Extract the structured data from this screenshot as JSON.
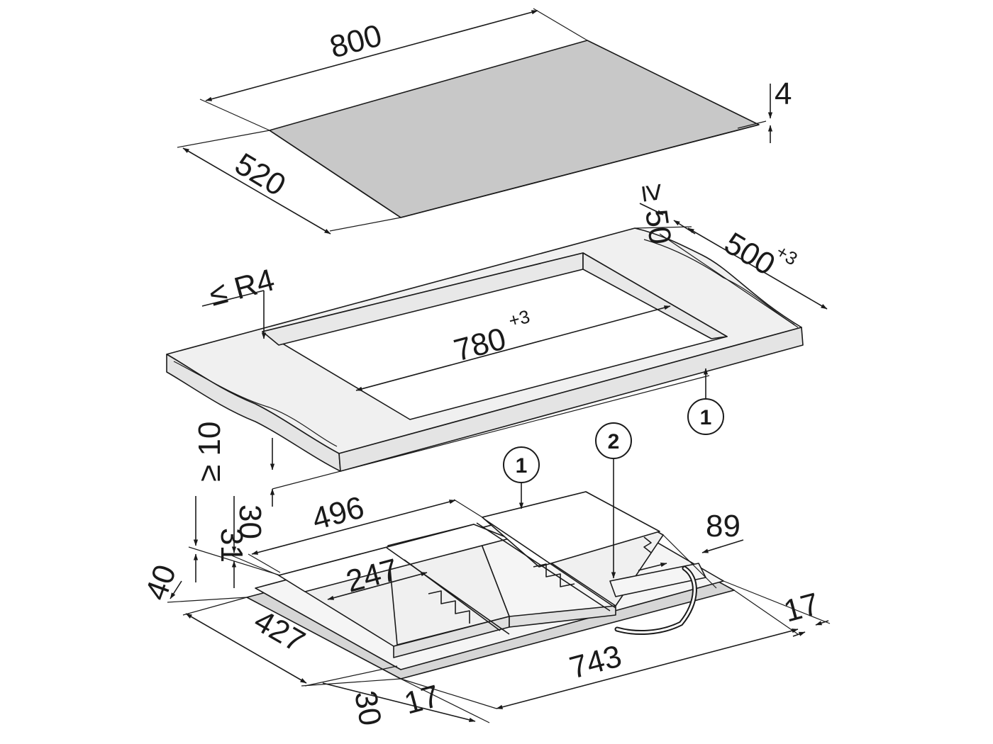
{
  "labels": {
    "glass_width": "800",
    "glass_depth": "520",
    "glass_thickness": "4",
    "rear_clearance": "≥ 50",
    "cutout_depth": "500",
    "cutout_depth_tol": "+3",
    "corner_radius": "≤ R4",
    "cutout_width": "780",
    "cutout_width_tol": "+3",
    "counter_thickness": "≥ 10",
    "dim_31": "31",
    "dim_30_left": "30",
    "dim_496": "496",
    "dim_247": "247",
    "dim_89": "89",
    "dim_40": "40",
    "dim_427": "427",
    "dim_743": "743",
    "dim_17_right": "17",
    "dim_30_bottom": "30",
    "dim_17_bottom": "17"
  },
  "callouts": {
    "counter_seal": "1",
    "frame_seal": "1",
    "frame_part": "2"
  },
  "colors": {
    "glass_fill": "#c8c8c8",
    "counter_fill": "#f0f0f0",
    "counter_edge": "#d8d8d8",
    "line": "#1a1a1a",
    "background": "#ffffff"
  }
}
